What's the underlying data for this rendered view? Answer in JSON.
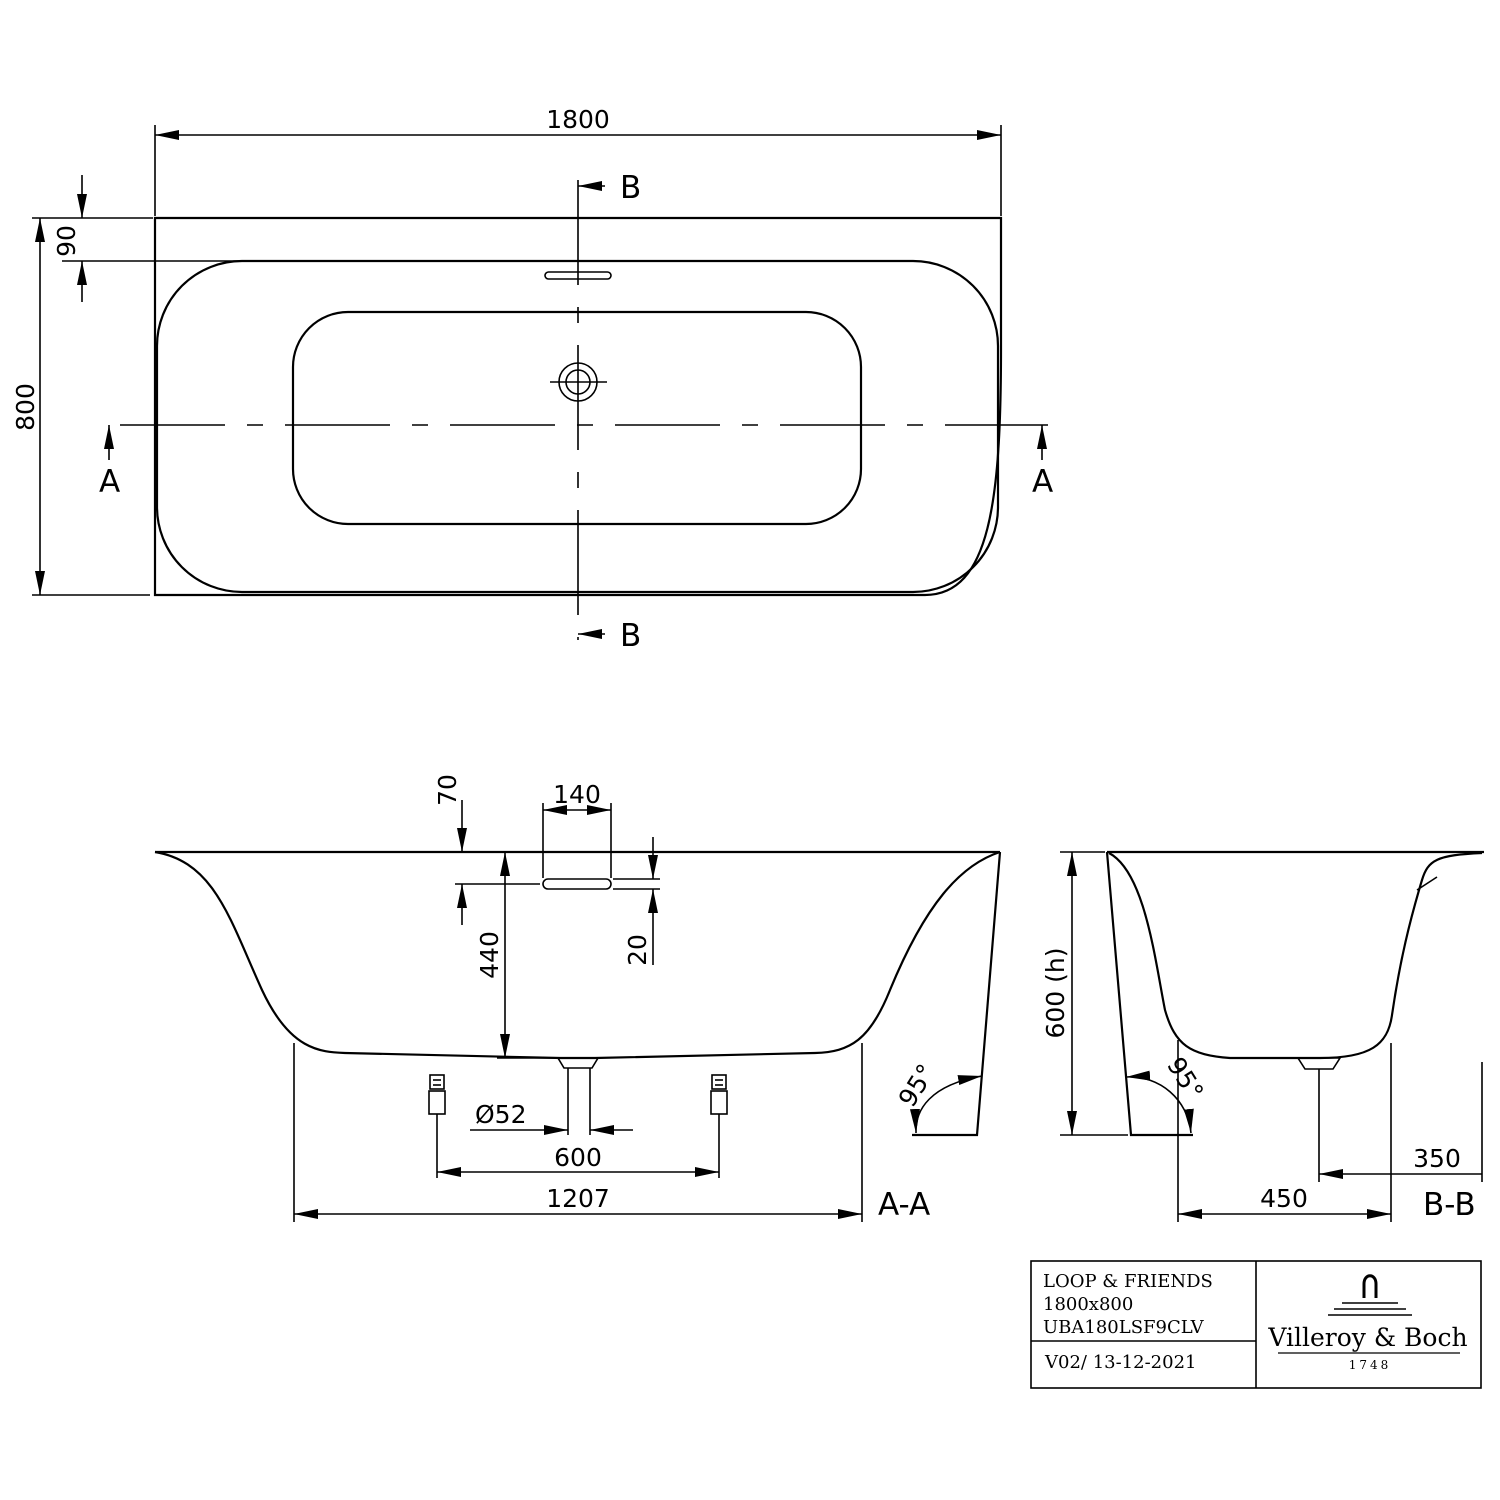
{
  "dimensions": {
    "length": "1800",
    "width": "800",
    "rim": "90",
    "rim_height": "70",
    "overflow_width": "140",
    "overflow_height": "20",
    "depth": "440",
    "waste_diameter": "Ø52",
    "feet_spacing": "600",
    "base_length": "1207",
    "height": "600 (h)",
    "angle_a": "95°",
    "angle_b": "95°",
    "waste_offset": "350",
    "base_width": "450"
  },
  "section_marks": {
    "b_top": "B",
    "b_bottom": "B",
    "a_left": "A",
    "a_right": "A",
    "label_aa": "A-A",
    "label_bb": "B-B"
  },
  "title_block": {
    "product": "LOOP & FRIENDS",
    "size": "1800x800",
    "code": "UBA180LSF9CLV",
    "version": "V02/ 13-12-2021"
  },
  "brand": {
    "name": "Villeroy & Boch",
    "year": "1748"
  }
}
